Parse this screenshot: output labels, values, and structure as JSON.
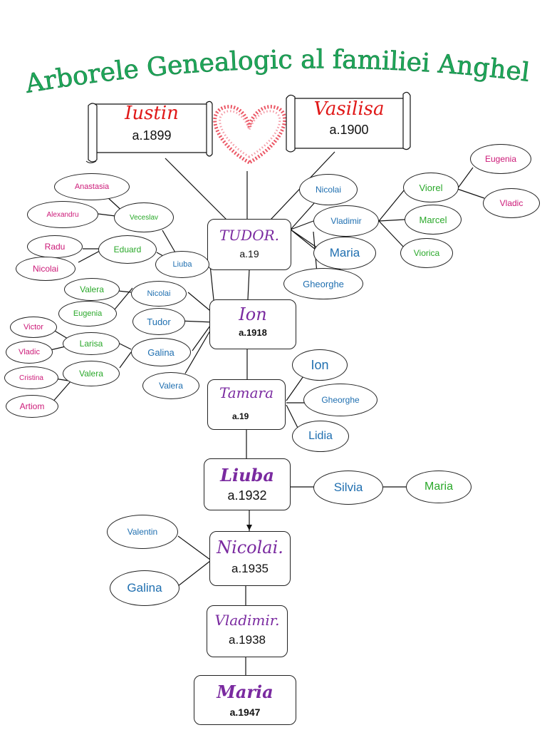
{
  "title": "Arborele Genealogic al familiei Anghel",
  "colors": {
    "title": "#1fa85a",
    "ancestor_name": "#e01818",
    "box_name": "#7a2aa0",
    "pink": "#cc1a78",
    "green": "#2aa82a",
    "blue": "#1f6fb0",
    "heart": "#e83a4a"
  },
  "ancestors": {
    "left": {
      "name": "Iustin",
      "year": "a.1899"
    },
    "right": {
      "name": "Vasilisa",
      "year": "a.1900"
    }
  },
  "main_line": [
    {
      "id": "tudor",
      "name": "TUDOR.",
      "year": "a.19"
    },
    {
      "id": "ion",
      "name": "Ion",
      "year": "a.1918"
    },
    {
      "id": "tamara",
      "name": "Tamara",
      "year": "a.19"
    },
    {
      "id": "liuba",
      "name": "Liuba",
      "year": "a.1932"
    },
    {
      "id": "nicolai",
      "name": "Nicolai.",
      "year": "a.1935"
    },
    {
      "id": "vladimir",
      "name": "Vladimir.",
      "year": "a.1938"
    },
    {
      "id": "maria",
      "name": "Maria",
      "year": "a.1947"
    }
  ],
  "ovals": {
    "tudor_right": [
      "Nicolai",
      "Vladimir",
      "Maria",
      "Gheorghe"
    ],
    "vladimir_children": [
      "Viorel",
      "Marcel",
      "Viorica"
    ],
    "viorel_children": [
      "Eugenia",
      "Vladic"
    ],
    "top_left": [
      "Anastasia",
      "Alexandru",
      "Veceslav",
      "Radu",
      "Eduard",
      "Nicolai",
      "Liuba"
    ],
    "ion_left": [
      "Valera",
      "Nicolai",
      "Eugenia",
      "Tudor",
      "Victor",
      "Larisa",
      "Vladic",
      "Galina",
      "Cristina",
      "Valera",
      "Artiom",
      "Valera"
    ],
    "tamara_right": [
      "Ion",
      "Gheorghe",
      "Lidia"
    ],
    "liuba_right": [
      "Silvia",
      "Maria"
    ],
    "nicolai_left": [
      "Valentin",
      "Galina"
    ]
  }
}
